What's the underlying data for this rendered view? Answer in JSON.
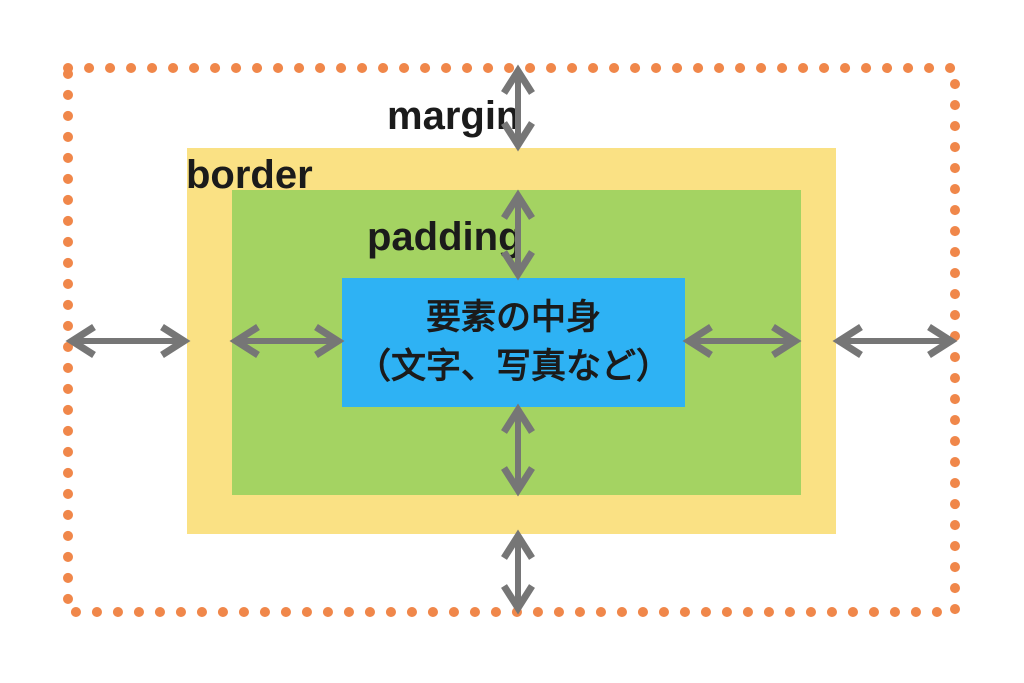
{
  "figure": {
    "title": "CSS box model diagram",
    "labels": {
      "margin": "margin",
      "border": "border",
      "padding": "padding"
    },
    "content": {
      "line1": "要素の中身",
      "line2": "（文字、写真など）"
    },
    "colors": {
      "dots": "#F0874A",
      "border_fill": "#FAE184",
      "padding_fill": "#A4D362",
      "content_fill": "#2EB2F4",
      "arrow": "#767676",
      "text": "#1B1B1B",
      "background": "#FFFFFF"
    },
    "icons": [
      "margin-top-arrow-icon",
      "padding-top-arrow-icon",
      "padding-bottom-arrow-icon",
      "margin-bottom-arrow-icon",
      "margin-left-arrow-icon",
      "padding-left-arrow-icon",
      "padding-right-arrow-icon",
      "margin-right-arrow-icon"
    ]
  }
}
